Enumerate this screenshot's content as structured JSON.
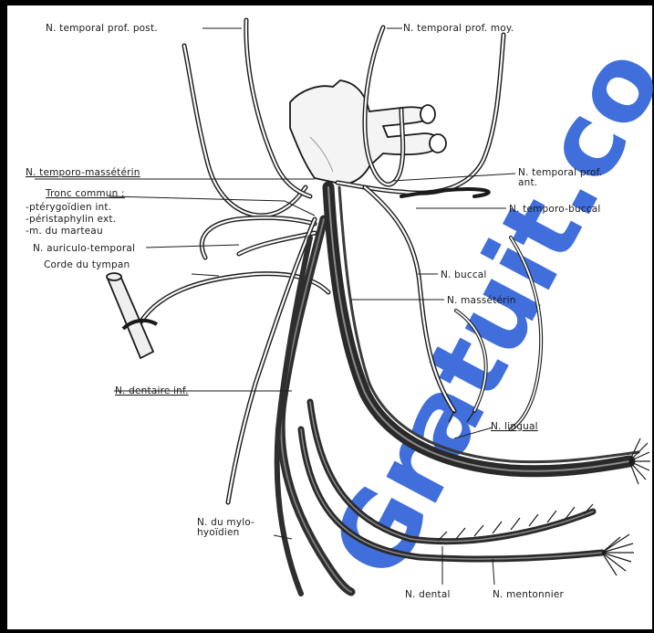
{
  "labels": {
    "temporal_prof_post": "N. temporal prof. post.",
    "temporal_prof_moy": "N. temporal prof. moy.",
    "temporo_massetorin": "N. temporo-massétérin",
    "temporal_prof_ant_1": "N. temporal prof.",
    "temporal_prof_ant_2": "ant.",
    "tronc_commun": "Tronc commun :",
    "pterygoidien_int": "-ptérygoïdien int.",
    "peristaphylin_ext": "-péristaphylin ext.",
    "m_du_marteau": "-m. du marteau",
    "temporo_buccal": "N. temporo-buccal",
    "auriculo_temporal": "N. auriculo-temporal",
    "corde_du_tympan": "Corde du tympan",
    "buccal": "N. buccal",
    "masseterin": "N. massétérin",
    "dentaire_inf": "N. dentaire inf.",
    "lingual": "N. lingual",
    "mylohyoidien_1": "N. du mylo-",
    "mylohyoidien_2": "hyoïdien",
    "dental": "N. dental",
    "mentonnier": "N. mentonnier"
  },
  "watermark": {
    "text": "Gratuit.co",
    "color": "#1f57d6"
  },
  "colors": {
    "ink": "#1a1a1a",
    "nerve_dark": "#3a3a3a",
    "nerve_light": "#f2f2f2",
    "border": "#000000"
  }
}
